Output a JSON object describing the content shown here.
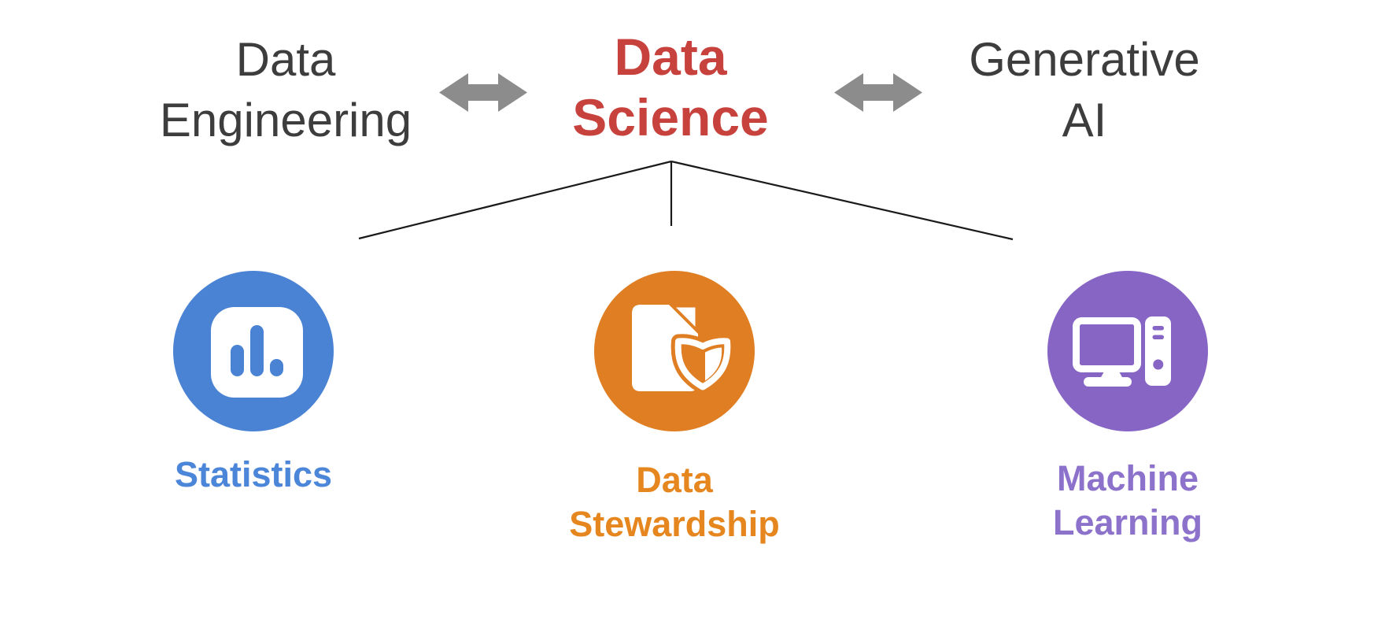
{
  "diagram": {
    "background_color": "#FFFFFF",
    "connector_color": "#1A1A1A",
    "arrow": {
      "icon": "double-headed-arrow-icon",
      "color": "#8C8C8C"
    },
    "title_nodes": {
      "left": {
        "line1": "Data",
        "line2": "Engineering",
        "color": "#3D3D3D"
      },
      "center": {
        "line1": "Data",
        "line2": "Science",
        "color": "#C8423D"
      },
      "right": {
        "line1": "Generative",
        "line2": "AI",
        "color": "#3D3D3D"
      }
    },
    "branches": {
      "statistics": {
        "label": "Statistics",
        "line1": "Statistics",
        "circle_color": "#4A83D4",
        "label_color": "#4C86D8",
        "icon": "bar-chart-icon"
      },
      "stewardship": {
        "label": "Data Stewardship",
        "line1": "Data",
        "line2": "Stewardship",
        "circle_color": "#DF7E22",
        "label_color": "#E5861F",
        "icon": "file-shield-icon"
      },
      "ml": {
        "label": "Machine Learning",
        "line1": "Machine",
        "line2": "Learning",
        "circle_color": "#8765C5",
        "label_color": "#8D72CC",
        "icon": "computer-icon"
      }
    }
  }
}
